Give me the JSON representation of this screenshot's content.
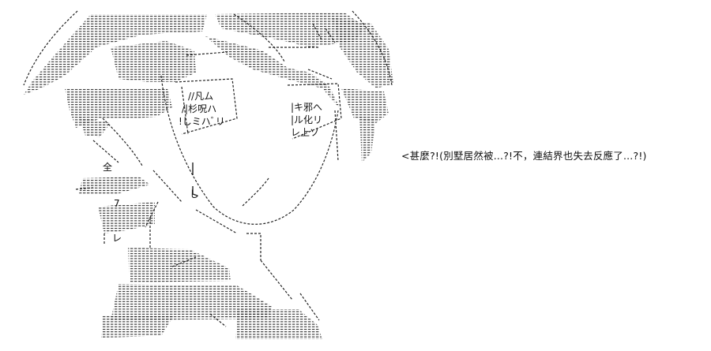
{
  "speech_text": "<甚麼?!(別墅居然被...?!不，連結界也失去反應了...?!)",
  "art": {
    "face_text_left": [
      "//凡ム",
      "/|杉呪ハ",
      "!しミハﾞリ"
    ],
    "face_text_right": [
      "|キ邪へ",
      "|ル化リ",
      "レ上ソ"
    ],
    "marks": [
      "全",
      "7",
      "し",
      "レ"
    ]
  },
  "colors": {
    "ink": "#111111",
    "background": "#ffffff"
  }
}
